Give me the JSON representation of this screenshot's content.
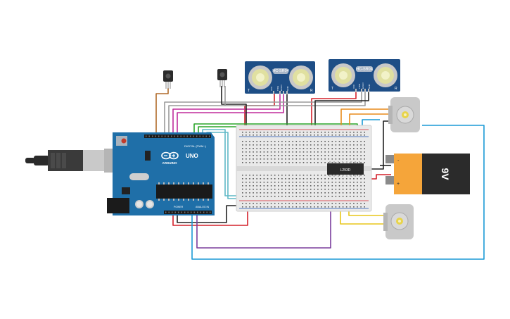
{
  "arduino": {
    "brand": "ARDUINO",
    "model": "UNO",
    "digital_header": "DIGITAL (PWM~)",
    "power_label": "POWER",
    "analog_label": "ANALOG IN"
  },
  "ultrasonic_left": {
    "label": "HC-SR04",
    "pins": [
      "VCC",
      "TRIG",
      "ECHO",
      "GND"
    ],
    "mark_t": "T",
    "mark_r": "R"
  },
  "ultrasonic_right": {
    "label": "HC-SR04",
    "pins": [
      "VCC",
      "TRIG",
      "ECHO",
      "GND"
    ],
    "mark_t": "T",
    "mark_r": "R"
  },
  "chip": {
    "label": "L293D"
  },
  "battery": {
    "label": "9V",
    "plus": "+",
    "minus": "-"
  },
  "colors": {
    "arduino_blue": "#1f6fa8",
    "breadboard": "#e9e9e9",
    "sensor_blue": "#1e4e86",
    "battery_orange": "#f5a53a",
    "battery_black": "#2b2b2b",
    "wire_red": "#d4202a",
    "wire_black": "#222222",
    "wire_green": "#2aa52a",
    "wire_teal": "#5fb8c6",
    "wire_blue": "#1a9ad6",
    "wire_purple": "#7a3d9c",
    "wire_orange": "#e88a1a",
    "wire_yellow": "#e8c61a",
    "wire_brown": "#b06a2a",
    "wire_magenta": "#c02c9c",
    "wire_gray": "#9a9a9a"
  }
}
